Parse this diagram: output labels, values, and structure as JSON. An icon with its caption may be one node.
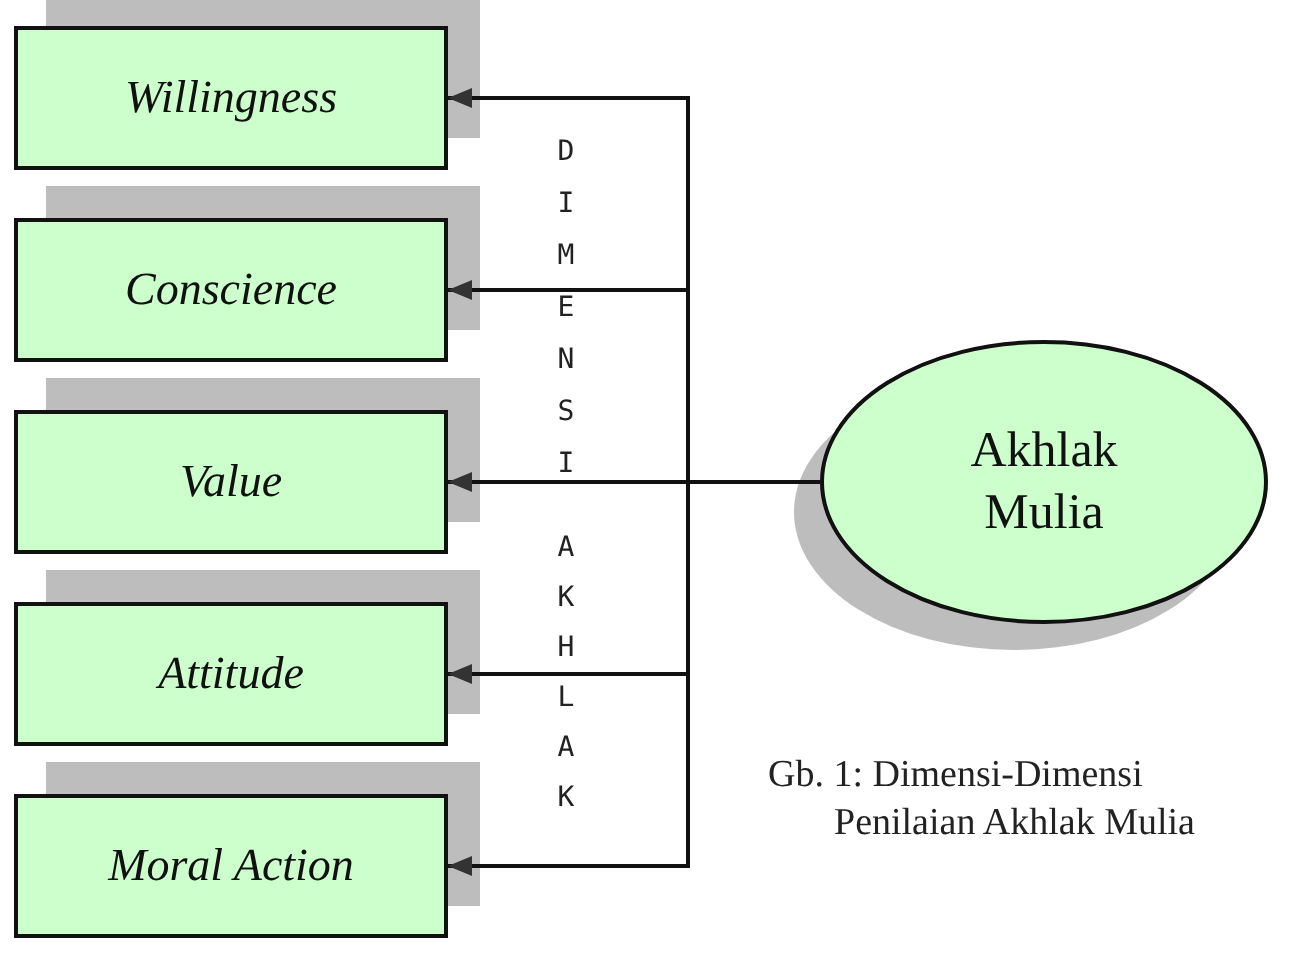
{
  "diagram": {
    "caption": "Gb. 1: Dimensi-Dimensi Penilaian Akhlak Mulia",
    "nodes": [
      {
        "text": [
          "Willingness"
        ]
      },
      {
        "text": [
          "Conscience"
        ]
      },
      {
        "text": [
          "Value"
        ]
      },
      {
        "text": [
          "Attitude"
        ]
      },
      {
        "text": [
          "Moral Action"
        ]
      },
      {
        "text": [
          "Akhlak Mulia"
        ]
      }
    ],
    "edges": [
      {
        "from": 5,
        "to": 0,
        "arrow": "to"
      },
      {
        "from": 5,
        "to": 1,
        "arrow": "to"
      },
      {
        "from": 5,
        "to": 2,
        "arrow": "to"
      },
      {
        "from": 5,
        "to": 3,
        "arrow": "to"
      },
      {
        "from": 5,
        "to": 4,
        "arrow": "to"
      }
    ],
    "labels": [
      "DIMENSI",
      "AKHLAK"
    ]
  }
}
